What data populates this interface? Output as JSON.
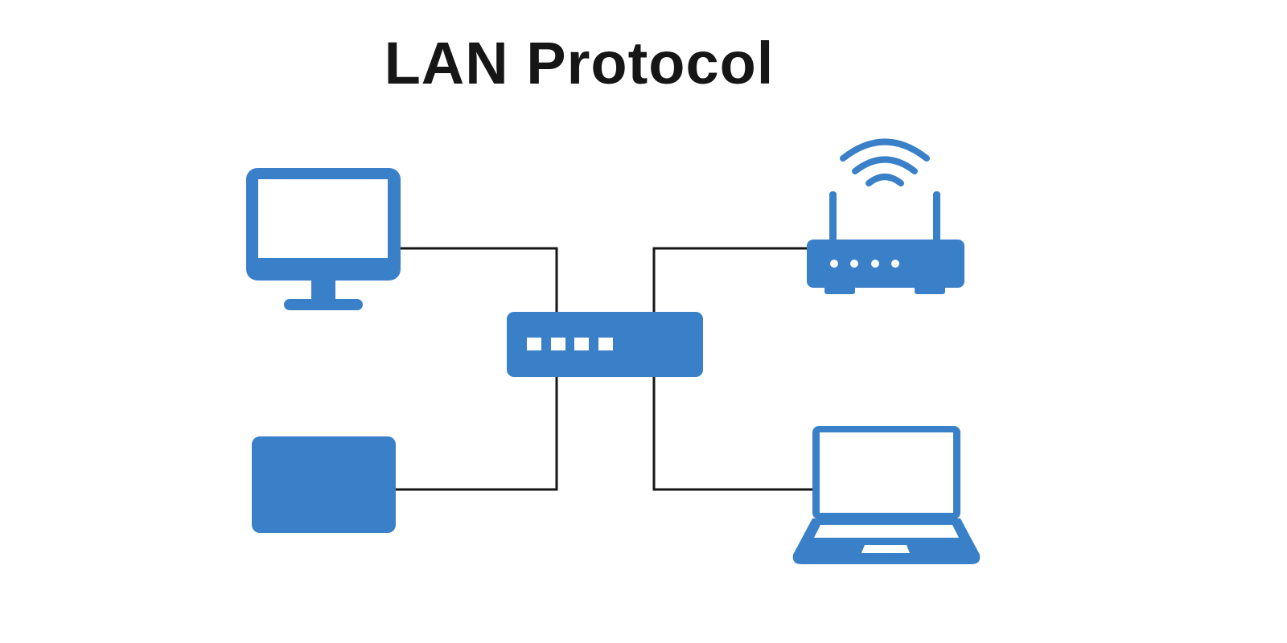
{
  "title": "LAN Protocol",
  "colors": {
    "device": "#3a80c9",
    "connection": "#161616",
    "background": "#ffffff",
    "title": "#161616"
  },
  "nodes": [
    {
      "id": "desktop",
      "type": "desktop-monitor",
      "position": "top-left"
    },
    {
      "id": "tablet",
      "type": "device-block",
      "position": "bottom-left"
    },
    {
      "id": "switch",
      "type": "network-switch",
      "position": "center",
      "ports": 4
    },
    {
      "id": "router",
      "type": "wireless-router",
      "position": "top-right",
      "indicator_lights": 4,
      "antennas": 2,
      "wifi_arcs": 3
    },
    {
      "id": "laptop",
      "type": "laptop",
      "position": "bottom-right"
    }
  ],
  "connections": [
    {
      "from": "desktop",
      "to": "switch"
    },
    {
      "from": "tablet",
      "to": "switch"
    },
    {
      "from": "switch",
      "to": "router"
    },
    {
      "from": "switch",
      "to": "laptop"
    }
  ]
}
